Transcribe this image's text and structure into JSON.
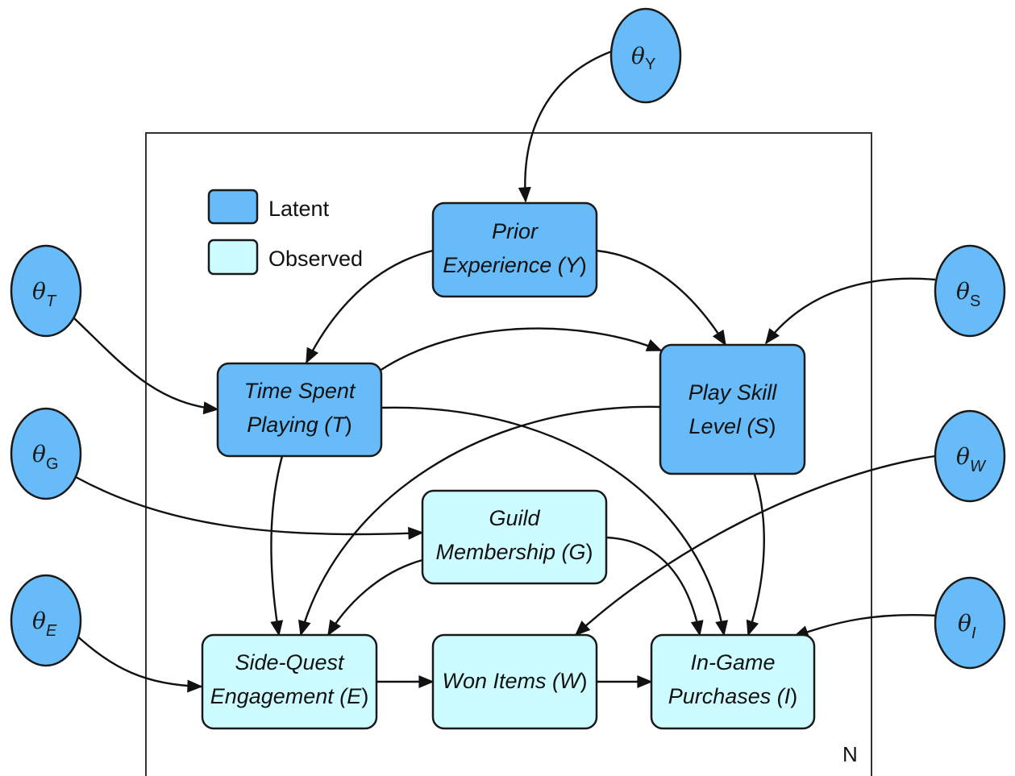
{
  "colors": {
    "latent_fill": "#66bbf8",
    "observed_fill": "#ccfcff",
    "stroke": "#1a1a1a",
    "plate_stroke": "#333333"
  },
  "legend": {
    "latent_label": "Latent",
    "observed_label": "Observed"
  },
  "plate": {
    "label": "N"
  },
  "nodes": {
    "Y": {
      "line1": "Prior",
      "line2_text": "Experience (",
      "var": "Y",
      "close": ")",
      "type": "latent"
    },
    "T": {
      "line1": "Time Spent",
      "line2_text": "Playing (",
      "var": "T",
      "close": ")",
      "type": "latent"
    },
    "S": {
      "line1": "Play Skill",
      "line2_text": "Level (",
      "var": "S",
      "close": ")",
      "type": "latent"
    },
    "G": {
      "line1": "Guild",
      "line2_text": "Membership (",
      "var": "G",
      "close": ")",
      "type": "observed"
    },
    "E": {
      "line1": "Side-Quest",
      "line2_text": "Engagement (",
      "var": "E",
      "close": ")",
      "type": "observed"
    },
    "W": {
      "line1": "Won Items (",
      "var": "W",
      "close": ")",
      "type": "observed"
    },
    "I": {
      "line1": "In-Game",
      "line2_text": "Purchases (",
      "var": "I",
      "close": ")",
      "type": "observed"
    }
  },
  "params": {
    "Y": {
      "symbol": "θ",
      "sub": "Y"
    },
    "T": {
      "symbol": "θ",
      "sub": "T"
    },
    "S": {
      "symbol": "θ",
      "sub": "S"
    },
    "G": {
      "symbol": "θ",
      "sub": "G"
    },
    "W": {
      "symbol": "θ",
      "sub": "W"
    },
    "E": {
      "symbol": "θ",
      "sub": "E"
    },
    "I": {
      "symbol": "θ",
      "sub": "I"
    }
  },
  "edges": [
    [
      "theta_Y",
      "Y"
    ],
    [
      "theta_T",
      "T"
    ],
    [
      "theta_S",
      "S"
    ],
    [
      "theta_G",
      "G"
    ],
    [
      "theta_W",
      "W"
    ],
    [
      "theta_E",
      "E"
    ],
    [
      "theta_I",
      "I"
    ],
    [
      "Y",
      "T"
    ],
    [
      "Y",
      "S"
    ],
    [
      "T",
      "S"
    ],
    [
      "T",
      "E"
    ],
    [
      "T",
      "I"
    ],
    [
      "S",
      "E"
    ],
    [
      "S",
      "I"
    ],
    [
      "G",
      "E"
    ],
    [
      "G",
      "I"
    ],
    [
      "E",
      "W"
    ],
    [
      "W",
      "I"
    ]
  ]
}
